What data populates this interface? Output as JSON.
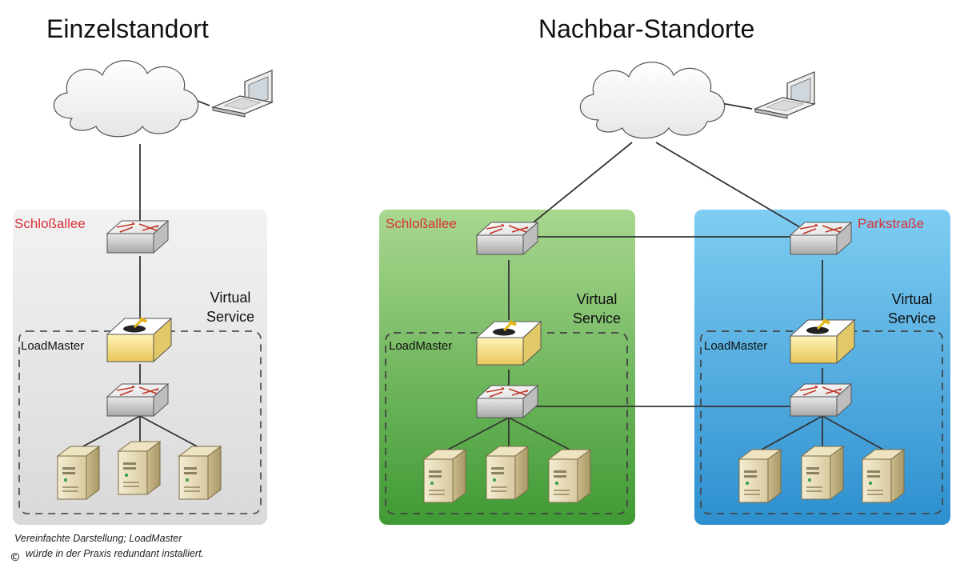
{
  "titles": {
    "single": "Einzelstandort",
    "neighbors": "Nachbar-Standorte"
  },
  "sites": {
    "single": {
      "name": "Schloßallee",
      "virtual_service": [
        "Virtual",
        "Service"
      ],
      "loadmaster": "LoadMaster"
    },
    "left": {
      "name": "Schloßallee",
      "virtual_service": [
        "Virtual",
        "Service"
      ],
      "loadmaster": "LoadMaster"
    },
    "right": {
      "name": "Parkstraße",
      "virtual_service": [
        "Virtual",
        "Service"
      ],
      "loadmaster": "LoadMaster"
    }
  },
  "footnote": {
    "line1": "Vereinfachte Darstellung; LoadMaster",
    "line2": "würde in der Praxis redundant installiert."
  },
  "copyright": "©",
  "colors": {
    "site_label": "#d8323a",
    "gray_zone": "#e2e2e2",
    "green_zone": "#5aae46",
    "blue_zone": "#4aa9e0",
    "loadmaster_yellow": "#f4e08a",
    "link": "#333333"
  }
}
